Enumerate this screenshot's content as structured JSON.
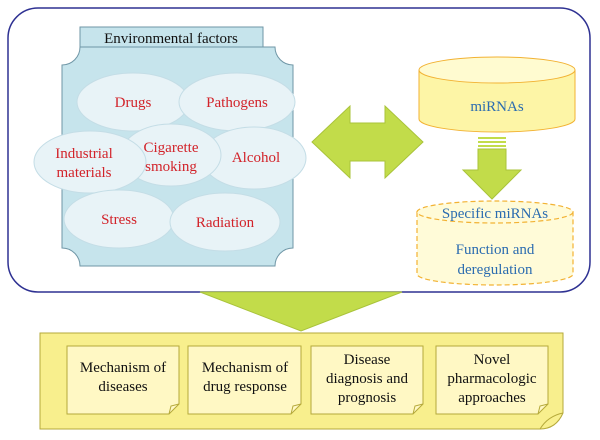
{
  "environment": {
    "header": "Environmental factors",
    "factors": {
      "drugs": "Drugs",
      "pathogens": "Pathogens",
      "industrial_line1": "Industrial",
      "industrial_line2": "materials",
      "cigarette_line1": "Cigarette",
      "cigarette_line2": "smoking",
      "alcohol": "Alcohol",
      "stress": "Stress",
      "radiation": "Radiation"
    }
  },
  "mirna": {
    "label": "miRNAs",
    "specific_label": "Specific miRNAs",
    "function_line1": "Function and",
    "function_line2": "deregulation"
  },
  "outcomes": {
    "mechanism_diseases_line1": "Mechanism of",
    "mechanism_diseases_line2": "diseases",
    "mechanism_drug_line1": "Mechanism of",
    "mechanism_drug_line2": "drug response",
    "disease_diag_line1": "Disease",
    "disease_diag_line2": "diagnosis and",
    "disease_diag_line3": "prognosis",
    "novel_line1": "Novel",
    "novel_line2": "pharmacologic",
    "novel_line3": "approaches"
  },
  "colors": {
    "frame_border": "#2e3192",
    "env_fill": "#c6e4ec",
    "env_stroke": "#6f96a6",
    "ellipse_fill": "#e8f3f7",
    "factor_text": "#d2232a",
    "cylinder_fill": "#fdf5a6",
    "cylinder_stroke": "#f2b233",
    "mirna_text": "#2b6cb0",
    "arrow_fill": "#c2dc4a",
    "outcome_fill": "#fff8c4",
    "outcome_stroke": "#b5a93a",
    "text_dark": "#111111"
  }
}
